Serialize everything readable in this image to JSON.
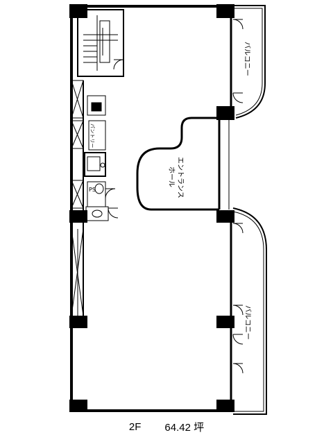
{
  "floor_plan": {
    "rooms": {
      "balcony_upper": "バルコニー",
      "balcony_lower": "バルコニー",
      "entrance_hall_line1": "エントランス",
      "entrance_hall_line2": "ホール",
      "pantry": "パントリー",
      "ps": "PS"
    }
  },
  "caption": {
    "floor": "2F",
    "area": "64.42 坪"
  },
  "colors": {
    "wall": "#000000",
    "background": "#ffffff"
  }
}
